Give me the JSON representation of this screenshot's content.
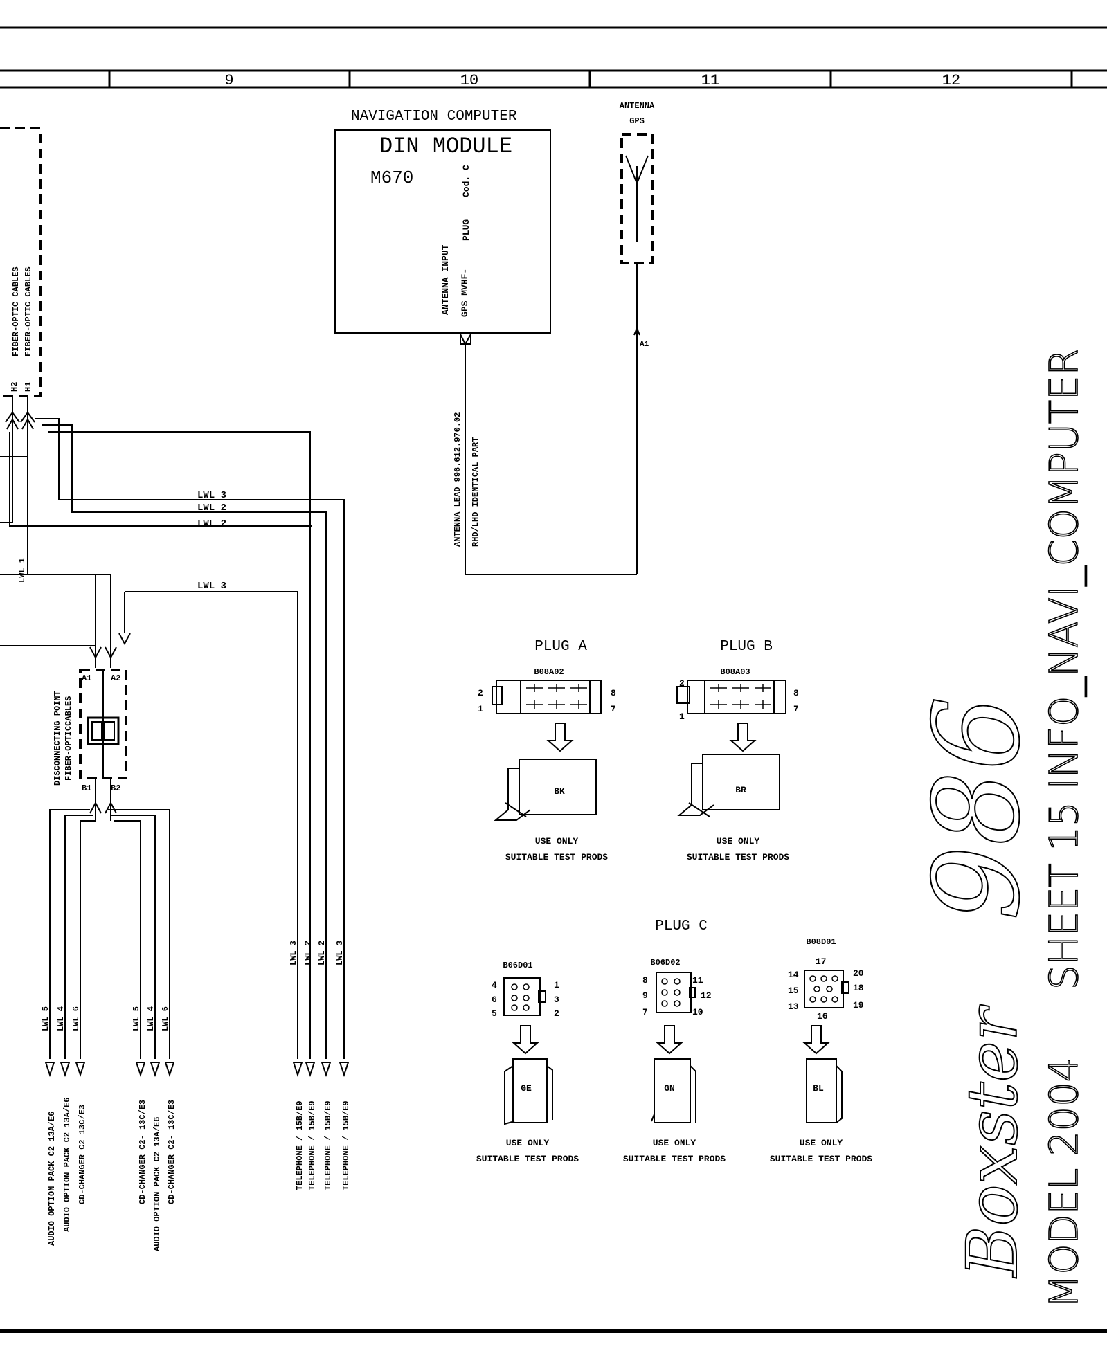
{
  "columns": [
    "9",
    "10",
    "11",
    "12"
  ],
  "navigation": {
    "heading": "NAVIGATION COMPUTER",
    "module": "DIN MODULE",
    "code": "M670",
    "cod": "Cod. C",
    "input_line1": "ANTENNA INPUT",
    "input_line2": "GPS MVHF-",
    "plug": "PLUG"
  },
  "antenna": {
    "line1": "ANTENNA",
    "line2": "GPS",
    "pin": "A1"
  },
  "antenna_lead": {
    "line1": "ANTENNA LEAD  996.612.970.02",
    "line2": "RHD/LHD IDENTICAL PART"
  },
  "fiber": {
    "line1": "FIBER-OPTIC CABLES",
    "line2": "FIBER-OPTIC CABLES",
    "h2": "H2",
    "h1": "H1"
  },
  "lwl": {
    "l3a": "LWL 3",
    "l2a": "LWL 2",
    "l2b": "LWL 2",
    "l1": "LWL 1",
    "l3b": "LWL 3"
  },
  "disconnect": {
    "line1": "DISCONNECTING POINT",
    "line2": "FIBER-OPTICCABLES",
    "a1": "A1",
    "a2": "A2",
    "b1": "B1",
    "b2": "B2"
  },
  "plug_a": {
    "title": "PLUG A",
    "part": "B08A02",
    "p2": "2",
    "p1": "1",
    "p8": "8",
    "p7": "7",
    "color": "BK"
  },
  "plug_b": {
    "title": "PLUG B",
    "part": "B08A03",
    "p2": "2",
    "p1": "1",
    "p8": "8",
    "p7": "7",
    "color": "BR"
  },
  "plug_c": {
    "title": "PLUG C",
    "c1": {
      "part": "B06D01",
      "pins": [
        "4",
        "6",
        "5",
        "1",
        "3",
        "2"
      ],
      "color": "GE"
    },
    "c2": {
      "part": "B06D02",
      "pins": [
        "8",
        "9",
        "7",
        "11",
        "12",
        "10"
      ],
      "color": "GN"
    },
    "c3": {
      "part": "B08D01",
      "pins": [
        "17",
        "14",
        "15",
        "13",
        "16",
        "20",
        "18",
        "19"
      ],
      "color": "BL"
    }
  },
  "test_note": {
    "line1": "USE ONLY",
    "line2": "SUITABLE TEST PRODS"
  },
  "bottom_left": {
    "lwl": [
      "LWL 5",
      "LWL 4",
      "LWL 6"
    ],
    "dest": [
      "AUDIO OPTION PACK C2  13A/E6",
      "AUDIO OPTION PACK C2  13A/E6",
      "CD-CHANGER C2  13C/E3"
    ]
  },
  "bottom_mid": {
    "lwl": [
      "LWL 5",
      "LWL 4",
      "LWL 6"
    ],
    "dest": [
      "CD-CHANGER C2- 13C/E3",
      "AUDIO OPTION PACK C2  13A/E6",
      "CD-CHANGER C2- 13C/E3"
    ]
  },
  "bottom_right": {
    "lwl": [
      "LWL 3",
      "LWL 2",
      "LWL 2",
      "LWL 3"
    ],
    "dest": [
      "TELEPHONE / 15B/E9",
      "TELEPHONE / 15B/E9",
      "TELEPHONE / 15B/E9",
      "TELEPHONE / 15B/E9"
    ]
  },
  "title_block": {
    "sheet": "SHEET 15 INFO_NAVI_COMPUTER",
    "model_num": "986",
    "brand": "Boxster",
    "model": "MODEL 2004"
  }
}
